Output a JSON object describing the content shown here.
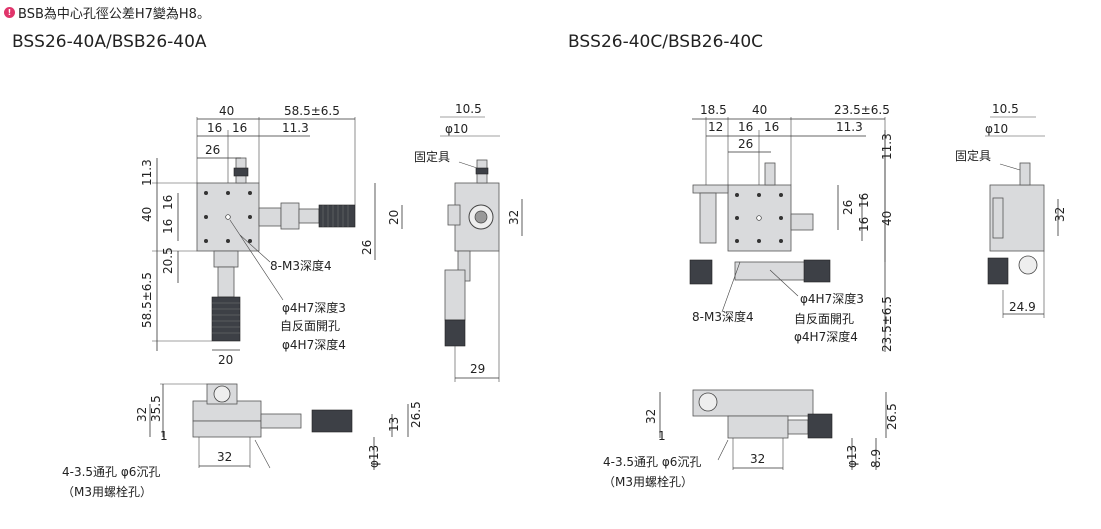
{
  "note": {
    "icon": "circle-exclamation-icon",
    "text": "BSB為中心孔徑公差H7變為H8。",
    "icon_color": "#e0356b"
  },
  "model_a": {
    "title": "BSS26-40A/BSB26-40A",
    "top_dims": {
      "d40": "40",
      "d58": "58.5±6.5",
      "d16a": "16",
      "d16b": "16",
      "d11": "11.3",
      "d26": "26"
    },
    "left_dims": {
      "d11v": "11.3",
      "d40v": "40",
      "d16v1": "16",
      "d16v2": "16",
      "d20v": "20.5",
      "d58v": "58.5±6.5"
    },
    "right_dims": {
      "d20r": "20",
      "d26r": "26"
    },
    "bottom_dim": "20",
    "callout_tap": "8-M3深度4",
    "callout_pin": "φ4H7深度3",
    "callout_back": "自反面開孔",
    "callout_back2": "φ4H7深度4",
    "side_top": "10.5",
    "side_phi": "φ10",
    "side_fix": "固定具",
    "side_32": "32",
    "side_29": "29",
    "front_35": "35.5",
    "front_32": "32",
    "front_1": "1",
    "front_26": "26.5",
    "front_13": "13",
    "front_phi13": "φ13",
    "front_32b": "32",
    "hole_note": "4-3.5通孔 φ6沉孔",
    "hole_note2": "（M3用螺栓孔）"
  },
  "model_c": {
    "title": "BSS26-40C/BSB26-40C",
    "top_dims": {
      "d18": "18.5",
      "d40": "40",
      "d23": "23.5±6.5",
      "d12": "12",
      "d16a": "16",
      "d16b": "16",
      "d11": "11.3",
      "d26": "26"
    },
    "right_dims": {
      "d11v": "11.3",
      "d26v": "26",
      "d16v": "16",
      "d40v": "40",
      "d16v2": "16",
      "d23v": "23.5±6.5"
    },
    "callout_pin": "φ4H7深度3",
    "callout_tap": "8-M3深度4",
    "callout_back": "自反面開孔",
    "callout_back2": "φ4H7深度4",
    "side_top": "10.5",
    "side_phi": "φ10",
    "side_fix": "固定具",
    "side_32": "32",
    "side_249": "24.9",
    "front_32": "32",
    "front_26": "26.5",
    "front_1": "1",
    "front_phi13": "φ13",
    "front_89": "8.9",
    "front_32b": "32",
    "hole_note": "4-3.5通孔 φ6沉孔",
    "hole_note2": "（M3用螺栓孔）"
  }
}
